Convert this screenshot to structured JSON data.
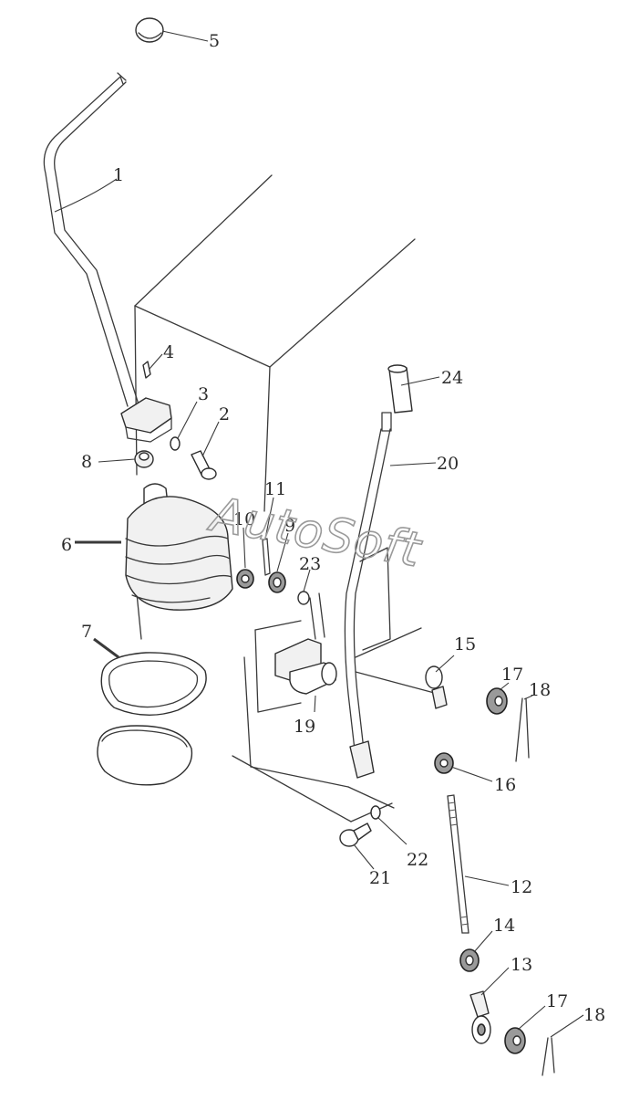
{
  "watermark": "AutoSoft",
  "callouts": [
    {
      "id": "5",
      "label": "5"
    },
    {
      "id": "1",
      "label": "1"
    },
    {
      "id": "4",
      "label": "4"
    },
    {
      "id": "3",
      "label": "3"
    },
    {
      "id": "2",
      "label": "2"
    },
    {
      "id": "8",
      "label": "8"
    },
    {
      "id": "11",
      "label": "11"
    },
    {
      "id": "10",
      "label": "10"
    },
    {
      "id": "9",
      "label": "9"
    },
    {
      "id": "23",
      "label": "23"
    },
    {
      "id": "6",
      "label": "6"
    },
    {
      "id": "7",
      "label": "7"
    },
    {
      "id": "24",
      "label": "24"
    },
    {
      "id": "20",
      "label": "20"
    },
    {
      "id": "15",
      "label": "15"
    },
    {
      "id": "17a",
      "label": "17"
    },
    {
      "id": "18a",
      "label": "18"
    },
    {
      "id": "19",
      "label": "19"
    },
    {
      "id": "16",
      "label": "16"
    },
    {
      "id": "22",
      "label": "22"
    },
    {
      "id": "21",
      "label": "21"
    },
    {
      "id": "12",
      "label": "12"
    },
    {
      "id": "14",
      "label": "14"
    },
    {
      "id": "13",
      "label": "13"
    },
    {
      "id": "17b",
      "label": "17"
    },
    {
      "id": "18b",
      "label": "18"
    }
  ]
}
